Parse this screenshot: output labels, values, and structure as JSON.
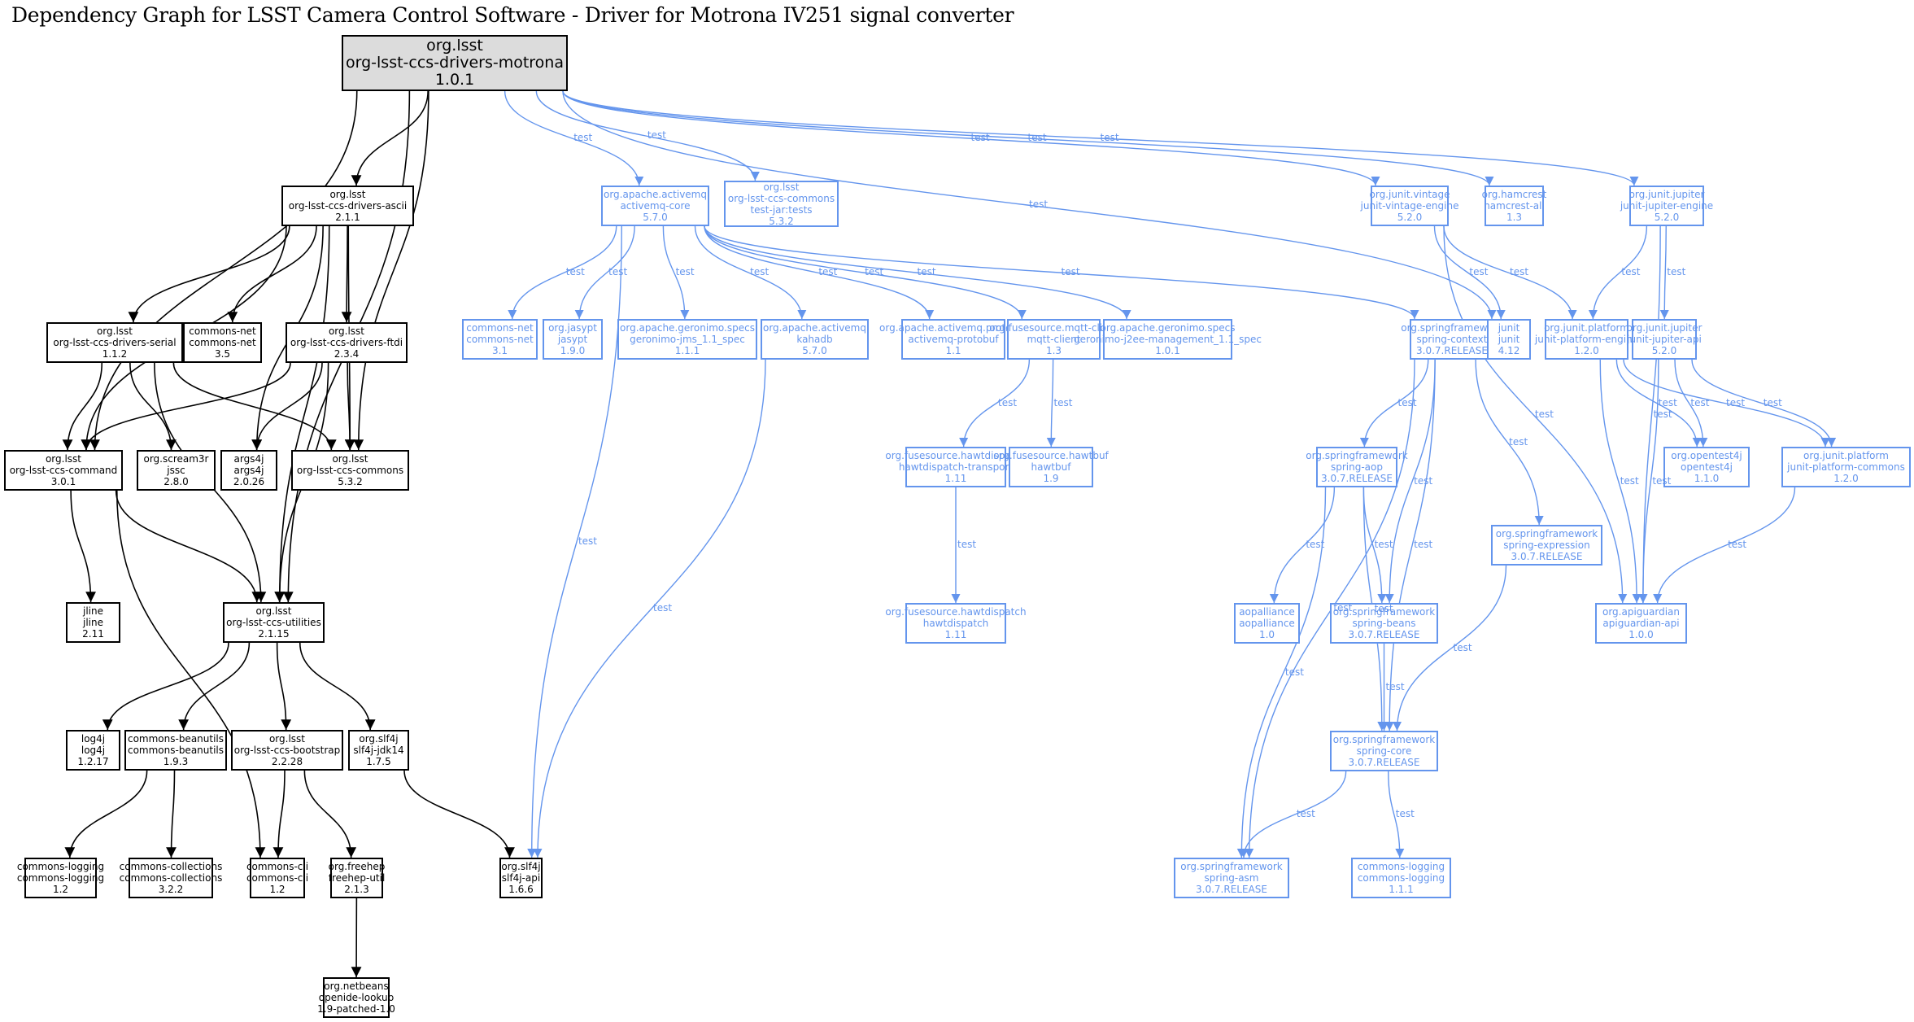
{
  "title": "Dependency Graph for LSST Camera Control Software - Driver for Motrona IV251 signal converter",
  "colors": {
    "compile": "#000000",
    "test": "#6495ed",
    "root_fill": "#dcdcdc"
  },
  "nodes": [
    {
      "id": "root",
      "lines": [
        "org.lsst",
        "org-lsst-ccs-drivers-motrona",
        "1.0.1"
      ],
      "scope": "root"
    },
    {
      "id": "ascii",
      "lines": [
        "org.lsst",
        "org-lsst-ccs-drivers-ascii",
        "2.1.1"
      ],
      "scope": "compile"
    },
    {
      "id": "serial",
      "lines": [
        "org.lsst",
        "org-lsst-ccs-drivers-serial",
        "1.1.2"
      ],
      "scope": "compile"
    },
    {
      "id": "cnet35",
      "lines": [
        "commons-net",
        "commons-net",
        "3.5"
      ],
      "scope": "compile"
    },
    {
      "id": "ftdi",
      "lines": [
        "org.lsst",
        "org-lsst-ccs-drivers-ftdi",
        "2.3.4"
      ],
      "scope": "compile"
    },
    {
      "id": "command",
      "lines": [
        "org.lsst",
        "org-lsst-ccs-command",
        "3.0.1"
      ],
      "scope": "compile"
    },
    {
      "id": "jssc",
      "lines": [
        "org.scream3r",
        "jssc",
        "2.8.0"
      ],
      "scope": "compile"
    },
    {
      "id": "args4j",
      "lines": [
        "args4j",
        "args4j",
        "2.0.26"
      ],
      "scope": "compile"
    },
    {
      "id": "commons",
      "lines": [
        "org.lsst",
        "org-lsst-ccs-commons",
        "5.3.2"
      ],
      "scope": "compile"
    },
    {
      "id": "jline",
      "lines": [
        "jline",
        "jline",
        "2.11"
      ],
      "scope": "compile"
    },
    {
      "id": "utilities",
      "lines": [
        "org.lsst",
        "org-lsst-ccs-utilities",
        "2.1.15"
      ],
      "scope": "compile"
    },
    {
      "id": "log4j",
      "lines": [
        "log4j",
        "log4j",
        "1.2.17"
      ],
      "scope": "compile"
    },
    {
      "id": "beanutils",
      "lines": [
        "commons-beanutils",
        "commons-beanutils",
        "1.9.3"
      ],
      "scope": "compile"
    },
    {
      "id": "bootstrap",
      "lines": [
        "org.lsst",
        "org-lsst-ccs-bootstrap",
        "2.2.28"
      ],
      "scope": "compile"
    },
    {
      "id": "slf4jjdk",
      "lines": [
        "org.slf4j",
        "slf4j-jdk14",
        "1.7.5"
      ],
      "scope": "compile"
    },
    {
      "id": "clogging12",
      "lines": [
        "commons-logging",
        "commons-logging",
        "1.2"
      ],
      "scope": "compile"
    },
    {
      "id": "ccollections",
      "lines": [
        "commons-collections",
        "commons-collections",
        "3.2.2"
      ],
      "scope": "compile"
    },
    {
      "id": "ccli",
      "lines": [
        "commons-cli",
        "commons-cli",
        "1.2"
      ],
      "scope": "compile"
    },
    {
      "id": "freehep",
      "lines": [
        "org.freehep",
        "freehep-util",
        "2.1.3"
      ],
      "scope": "compile"
    },
    {
      "id": "slf4japi",
      "lines": [
        "org.slf4j",
        "slf4j-api",
        "1.6.6"
      ],
      "scope": "compile"
    },
    {
      "id": "openide",
      "lines": [
        "org.netbeans",
        "openide-lookup",
        "1.9-patched-1.0"
      ],
      "scope": "compile"
    },
    {
      "id": "amqcore",
      "lines": [
        "org.apache.activemq",
        "activemq-core",
        "5.7.0"
      ],
      "scope": "test"
    },
    {
      "id": "commonstests",
      "lines": [
        "org.lsst",
        "org-lsst-ccs-commons",
        "test-jar:tests",
        "5.3.2"
      ],
      "scope": "test"
    },
    {
      "id": "vintage",
      "lines": [
        "org.junit.vintage",
        "junit-vintage-engine",
        "5.2.0"
      ],
      "scope": "test"
    },
    {
      "id": "hamcrest",
      "lines": [
        "org.hamcrest",
        "hamcrest-all",
        "1.3"
      ],
      "scope": "test"
    },
    {
      "id": "jupengine",
      "lines": [
        "org.junit.jupiter",
        "junit-jupiter-engine",
        "5.2.0"
      ],
      "scope": "test"
    },
    {
      "id": "cnet31",
      "lines": [
        "commons-net",
        "commons-net",
        "3.1"
      ],
      "scope": "test"
    },
    {
      "id": "jasypt",
      "lines": [
        "org.jasypt",
        "jasypt",
        "1.9.0"
      ],
      "scope": "test"
    },
    {
      "id": "jms",
      "lines": [
        "org.apache.geronimo.specs",
        "geronimo-jms_1.1_spec",
        "1.1.1"
      ],
      "scope": "test"
    },
    {
      "id": "kahadb",
      "lines": [
        "org.apache.activemq",
        "kahadb",
        "5.7.0"
      ],
      "scope": "test"
    },
    {
      "id": "protobuf",
      "lines": [
        "org.apache.activemq.protobuf",
        "activemq-protobuf",
        "1.1"
      ],
      "scope": "test"
    },
    {
      "id": "mqtt",
      "lines": [
        "org.fusesource.mqtt-client",
        "mqtt-client",
        "1.3"
      ],
      "scope": "test"
    },
    {
      "id": "j2ee",
      "lines": [
        "org.apache.geronimo.specs",
        "geronimo-j2ee-management_1.1_spec",
        "1.0.1"
      ],
      "scope": "test"
    },
    {
      "id": "springctx",
      "lines": [
        "org.springframework",
        "spring-context",
        "3.0.7.RELEASE"
      ],
      "scope": "test"
    },
    {
      "id": "junit",
      "lines": [
        "junit",
        "junit",
        "4.12"
      ],
      "scope": "test"
    },
    {
      "id": "platengine",
      "lines": [
        "org.junit.platform",
        "junit-platform-engine",
        "1.2.0"
      ],
      "scope": "test"
    },
    {
      "id": "jupapi",
      "lines": [
        "org.junit.jupiter",
        "junit-jupiter-api",
        "5.2.0"
      ],
      "scope": "test"
    },
    {
      "id": "hdtransport",
      "lines": [
        "org.fusesource.hawtdispatch",
        "hawtdispatch-transport",
        "1.11"
      ],
      "scope": "test"
    },
    {
      "id": "hawtbuf",
      "lines": [
        "org.fusesource.hawtbuf",
        "hawtbuf",
        "1.9"
      ],
      "scope": "test"
    },
    {
      "id": "springaop",
      "lines": [
        "org.springframework",
        "spring-aop",
        "3.0.7.RELEASE"
      ],
      "scope": "test"
    },
    {
      "id": "opentest4j",
      "lines": [
        "org.opentest4j",
        "opentest4j",
        "1.1.0"
      ],
      "scope": "test"
    },
    {
      "id": "platcommons",
      "lines": [
        "org.junit.platform",
        "junit-platform-commons",
        "1.2.0"
      ],
      "scope": "test"
    },
    {
      "id": "springexpr",
      "lines": [
        "org.springframework",
        "spring-expression",
        "3.0.7.RELEASE"
      ],
      "scope": "test"
    },
    {
      "id": "hawtdispatch",
      "lines": [
        "org.fusesource.hawtdispatch",
        "hawtdispatch",
        "1.11"
      ],
      "scope": "test"
    },
    {
      "id": "aopalliance",
      "lines": [
        "aopalliance",
        "aopalliance",
        "1.0"
      ],
      "scope": "test"
    },
    {
      "id": "springbeans",
      "lines": [
        "org.springframework",
        "spring-beans",
        "3.0.7.RELEASE"
      ],
      "scope": "test"
    },
    {
      "id": "apiguardian",
      "lines": [
        "org.apiguardian",
        "apiguardian-api",
        "1.0.0"
      ],
      "scope": "test"
    },
    {
      "id": "springcore",
      "lines": [
        "org.springframework",
        "spring-core",
        "3.0.7.RELEASE"
      ],
      "scope": "test"
    },
    {
      "id": "springasm",
      "lines": [
        "org.springframework",
        "spring-asm",
        "3.0.7.RELEASE"
      ],
      "scope": "test"
    },
    {
      "id": "clogging111",
      "lines": [
        "commons-logging",
        "commons-logging",
        "1.1.1"
      ],
      "scope": "test"
    }
  ],
  "edges": [
    {
      "from": "root",
      "to": "ascii",
      "label": ""
    },
    {
      "from": "root",
      "to": "command",
      "label": ""
    },
    {
      "from": "root",
      "to": "commons",
      "label": ""
    },
    {
      "from": "root",
      "to": "utilities",
      "label": ""
    },
    {
      "from": "ascii",
      "to": "serial",
      "label": ""
    },
    {
      "from": "ascii",
      "to": "cnet35",
      "label": ""
    },
    {
      "from": "ascii",
      "to": "ftdi",
      "label": ""
    },
    {
      "from": "ascii",
      "to": "command",
      "label": ""
    },
    {
      "from": "ascii",
      "to": "args4j",
      "label": ""
    },
    {
      "from": "ascii",
      "to": "commons",
      "label": ""
    },
    {
      "from": "ascii",
      "to": "utilities",
      "label": ""
    },
    {
      "from": "serial",
      "to": "command",
      "label": ""
    },
    {
      "from": "serial",
      "to": "jssc",
      "label": ""
    },
    {
      "from": "serial",
      "to": "commons",
      "label": ""
    },
    {
      "from": "serial",
      "to": "utilities",
      "label": ""
    },
    {
      "from": "ftdi",
      "to": "command",
      "label": ""
    },
    {
      "from": "ftdi",
      "to": "args4j",
      "label": ""
    },
    {
      "from": "ftdi",
      "to": "commons",
      "label": ""
    },
    {
      "from": "ftdi",
      "to": "utilities",
      "label": ""
    },
    {
      "from": "command",
      "to": "jline",
      "label": ""
    },
    {
      "from": "command",
      "to": "utilities",
      "label": ""
    },
    {
      "from": "command",
      "to": "ccli",
      "label": ""
    },
    {
      "from": "utilities",
      "to": "log4j",
      "label": ""
    },
    {
      "from": "utilities",
      "to": "beanutils",
      "label": ""
    },
    {
      "from": "utilities",
      "to": "bootstrap",
      "label": ""
    },
    {
      "from": "utilities",
      "to": "slf4jjdk",
      "label": ""
    },
    {
      "from": "beanutils",
      "to": "clogging12",
      "label": ""
    },
    {
      "from": "beanutils",
      "to": "ccollections",
      "label": ""
    },
    {
      "from": "bootstrap",
      "to": "ccli",
      "label": ""
    },
    {
      "from": "bootstrap",
      "to": "freehep",
      "label": ""
    },
    {
      "from": "slf4jjdk",
      "to": "slf4japi",
      "label": ""
    },
    {
      "from": "freehep",
      "to": "openide",
      "label": ""
    },
    {
      "from": "root",
      "to": "amqcore",
      "label": "test"
    },
    {
      "from": "root",
      "to": "commonstests",
      "label": "test"
    },
    {
      "from": "root",
      "to": "vintage",
      "label": "test"
    },
    {
      "from": "root",
      "to": "hamcrest",
      "label": "test"
    },
    {
      "from": "root",
      "to": "junit",
      "label": "test"
    },
    {
      "from": "root",
      "to": "jupengine",
      "label": "test"
    },
    {
      "from": "amqcore",
      "to": "cnet31",
      "label": "test"
    },
    {
      "from": "amqcore",
      "to": "jasypt",
      "label": "test"
    },
    {
      "from": "amqcore",
      "to": "jms",
      "label": "test"
    },
    {
      "from": "amqcore",
      "to": "kahadb",
      "label": "test"
    },
    {
      "from": "amqcore",
      "to": "protobuf",
      "label": "test"
    },
    {
      "from": "amqcore",
      "to": "mqtt",
      "label": "test"
    },
    {
      "from": "amqcore",
      "to": "j2ee",
      "label": "test"
    },
    {
      "from": "amqcore",
      "to": "springctx",
      "label": "test"
    },
    {
      "from": "amqcore",
      "to": "slf4japi",
      "label": "test"
    },
    {
      "from": "kahadb",
      "to": "slf4japi",
      "label": "test"
    },
    {
      "from": "mqtt",
      "to": "hdtransport",
      "label": "test"
    },
    {
      "from": "mqtt",
      "to": "hawtbuf",
      "label": "test"
    },
    {
      "from": "hdtransport",
      "to": "hawtdispatch",
      "label": "test"
    },
    {
      "from": "springctx",
      "to": "springaop",
      "label": "test"
    },
    {
      "from": "springctx",
      "to": "springbeans",
      "label": "test"
    },
    {
      "from": "springctx",
      "to": "springcore",
      "label": "test"
    },
    {
      "from": "springctx",
      "to": "springexpr",
      "label": "test"
    },
    {
      "from": "springctx",
      "to": "springasm",
      "label": "test"
    },
    {
      "from": "springaop",
      "to": "aopalliance",
      "label": "test"
    },
    {
      "from": "springaop",
      "to": "springbeans",
      "label": "test"
    },
    {
      "from": "springaop",
      "to": "springcore",
      "label": "test"
    },
    {
      "from": "springaop",
      "to": "springasm",
      "label": "test"
    },
    {
      "from": "springbeans",
      "to": "springcore",
      "label": "test"
    },
    {
      "from": "springexpr",
      "to": "springcore",
      "label": "test"
    },
    {
      "from": "springcore",
      "to": "springasm",
      "label": "test"
    },
    {
      "from": "springcore",
      "to": "clogging111",
      "label": "test"
    },
    {
      "from": "vintage",
      "to": "junit",
      "label": "test"
    },
    {
      "from": "vintage",
      "to": "platengine",
      "label": "test"
    },
    {
      "from": "vintage",
      "to": "apiguardian",
      "label": "test"
    },
    {
      "from": "jupengine",
      "to": "platengine",
      "label": "test"
    },
    {
      "from": "jupengine",
      "to": "jupapi",
      "label": "test"
    },
    {
      "from": "jupengine",
      "to": "apiguardian",
      "label": "test"
    },
    {
      "from": "platengine",
      "to": "opentest4j",
      "label": "test"
    },
    {
      "from": "platengine",
      "to": "platcommons",
      "label": "test"
    },
    {
      "from": "platengine",
      "to": "apiguardian",
      "label": "test"
    },
    {
      "from": "jupapi",
      "to": "opentest4j",
      "label": "test"
    },
    {
      "from": "jupapi",
      "to": "platcommons",
      "label": "test"
    },
    {
      "from": "jupapi",
      "to": "apiguardian",
      "label": "test"
    },
    {
      "from": "platcommons",
      "to": "apiguardian",
      "label": "test"
    }
  ]
}
